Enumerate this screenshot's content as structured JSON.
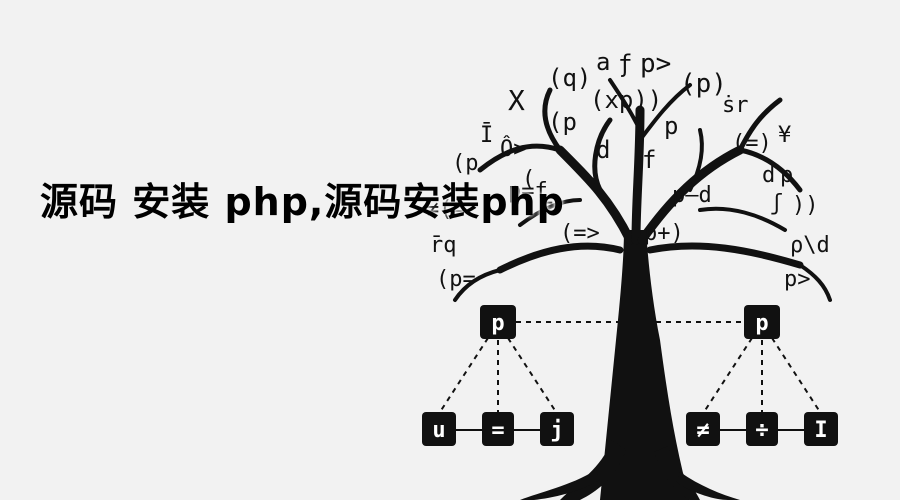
{
  "article": {
    "title": "源码 安装 php,源码安装php"
  },
  "illustration": {
    "root_nodes": [
      "p",
      "p"
    ],
    "left_children": [
      "u",
      "=",
      "j"
    ],
    "right_children": [
      "≠",
      "÷",
      "I"
    ],
    "floating_glyphs": [
      "(q)",
      "a",
      "ƒ",
      "p>",
      "(p)",
      "(xp))",
      "X",
      "(p",
      "ṡr",
      "p",
      "Ī",
      "(=)",
      "¥",
      "Ô>",
      "d",
      "f",
      "(p",
      "p",
      "p=f",
      "p–d",
      "d",
      "≠(=",
      "(=>",
      "p+)",
      "ʃ",
      "=",
      "))",
      "r̄q",
      "ρ\\d",
      "(p=",
      "p>",
      "("
    ]
  }
}
